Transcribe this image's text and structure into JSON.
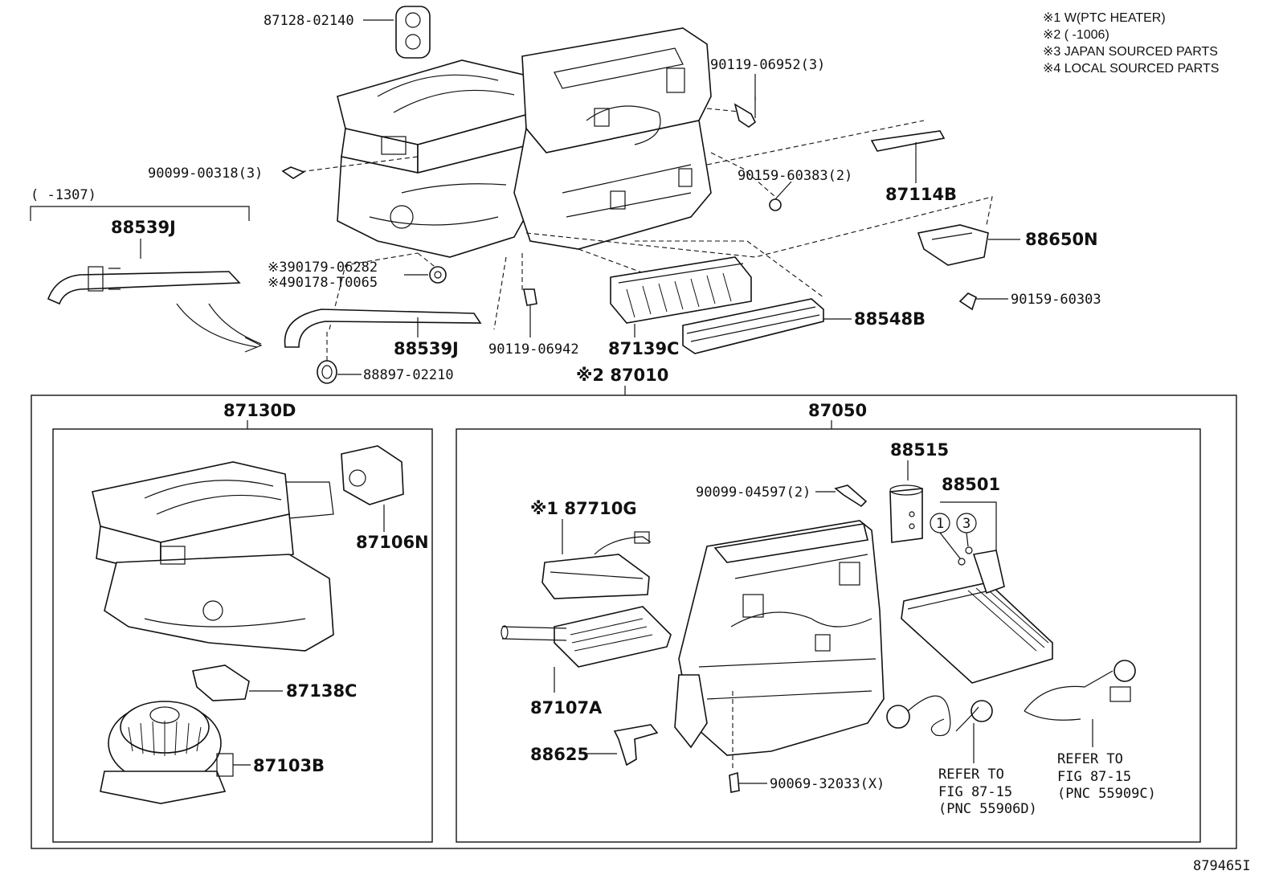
{
  "notes": [
    "※1 W(PTC HEATER)",
    "※2 (     -1006)",
    "※3 JAPAN SOURCED PARTS",
    "※4 LOCAL SOURCED PARTS"
  ],
  "top_parts": {
    "p87128": "87128-02140",
    "p90119a": "90119-06952(3)",
    "p90099a": "90099-00318(3)",
    "p90159a": "90159-60383(2)",
    "p87114": "87114B",
    "p88650": "88650N",
    "p90159b": "90159-60303",
    "range_1307": "(       -1307)",
    "p88539_top": "88539J",
    "p90179": "※390179-06282",
    "p90178": "※490178-T0065",
    "p88539_bottom": "88539J",
    "p88897": "88897-02210",
    "p90119b": "90119-06942",
    "p87139": "87139C",
    "p88548": "88548B"
  },
  "assembly": {
    "main": "※2 87010",
    "left_group": "87130D",
    "right_group": "87050"
  },
  "left_parts": {
    "p87106": "87106N",
    "p87138": "87138C",
    "p87103": "87103B"
  },
  "right_parts": {
    "p88515": "88515",
    "p90099b": "90099-04597(2)",
    "p88501": "88501",
    "p87710": "※1 87710G",
    "p87107": "87107A",
    "p88625": "88625",
    "p90069": "90069-32033(X)",
    "circle_1": "1",
    "circle_3": "3",
    "ref1_line1": "REFER TO",
    "ref1_line2": "FIG 87-15",
    "ref1_line3": "(PNC 55906D)",
    "ref2_line1": "REFER TO",
    "ref2_line2": "FIG 87-15",
    "ref2_line3": "(PNC 55909C)"
  },
  "figure_id": "879465I"
}
